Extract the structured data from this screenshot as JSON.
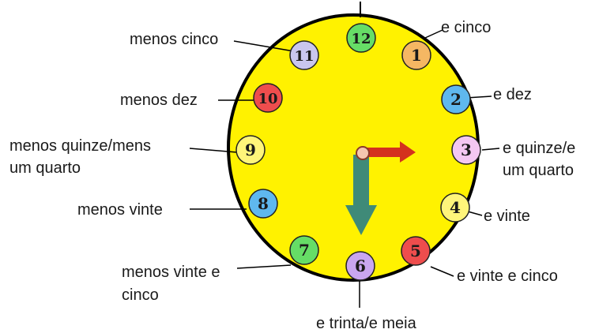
{
  "clock": {
    "face_color": "#fff200",
    "hour_hand_color": "#d4311e",
    "minute_hand_color": "#3f8a78",
    "numbers": [
      {
        "n": "12",
        "color": "#66dd66"
      },
      {
        "n": "1",
        "color": "#f5b763"
      },
      {
        "n": "2",
        "color": "#5fb8ee"
      },
      {
        "n": "3",
        "color": "#f4c7f2"
      },
      {
        "n": "4",
        "color": "#fff57a"
      },
      {
        "n": "5",
        "color": "#ee4d4d"
      },
      {
        "n": "6",
        "color": "#c9a6f0"
      },
      {
        "n": "7",
        "color": "#66dd66"
      },
      {
        "n": "8",
        "color": "#5fb8ee"
      },
      {
        "n": "9",
        "color": "#fff57a"
      },
      {
        "n": "10",
        "color": "#ee4d4d"
      },
      {
        "n": "11",
        "color": "#c9c6ee"
      }
    ]
  },
  "labels": {
    "e_cinco": "e cinco",
    "e_dez": "e dez",
    "e_quinze_line1": "e quinze/e",
    "e_quinze_line2": "um quarto",
    "e_vinte": "e vinte",
    "e_vinte_e_cinco": "e vinte e cinco",
    "e_trinta": "e trinta/e meia",
    "menos_vinte_e_cinco_line1": "menos vinte e",
    "menos_vinte_e_cinco_line2": "cinco",
    "menos_vinte": "menos vinte",
    "menos_quinze_line1": "menos quinze/mens",
    "menos_quinze_line2": "um quarto",
    "menos_dez": "menos dez",
    "menos_cinco": "menos cinco"
  }
}
